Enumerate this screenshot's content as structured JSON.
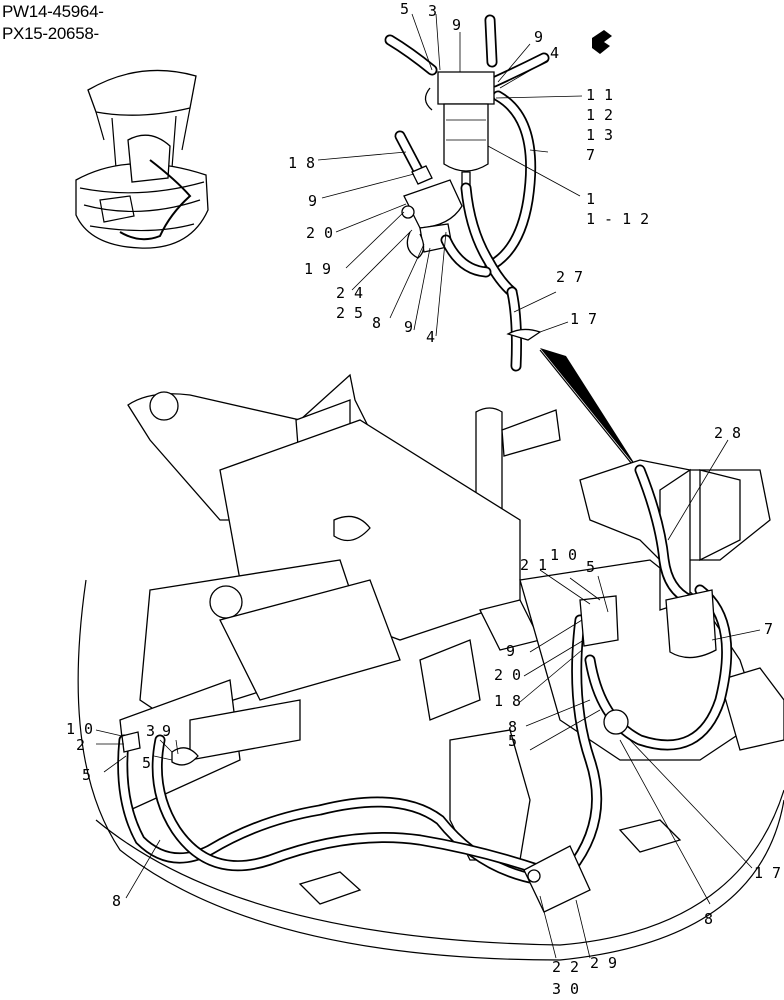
{
  "serial_ranges": [
    "PW14-45964-",
    "PX15-20658-"
  ],
  "callouts": {
    "top_5": "5",
    "top_3": "3",
    "top_9a": "9",
    "top_9b": "9",
    "top_4": "4",
    "top_11": "1 1",
    "top_12": "1 2",
    "top_13": "1 3",
    "top_7": "7",
    "top_1": "1",
    "top_1_12": "1 - 1 2",
    "top_18": "1 8",
    "top_9c": "9",
    "top_20": "2 0",
    "top_19": "1 9",
    "top_24": "2 4",
    "top_25": "2 5",
    "top_8": "8",
    "top_9d": "9",
    "top_4b": "4",
    "top_27": "2 7",
    "top_17": "1 7",
    "m_28": "2 8",
    "m_21": "2 1",
    "m_10": "1 0",
    "m_5": "5",
    "m_7": "7",
    "m_9": "9",
    "m_20": "2 0",
    "m_18": "1 8",
    "m_8": "8",
    "m_5b": "5",
    "m_17": "1 7",
    "m_8b": "8",
    "l_10": "1 0",
    "l_2": "2",
    "l_3": "3",
    "l_9": "9",
    "l_5": "5",
    "l_5b": "5",
    "l_8": "8",
    "b_22": "2 2",
    "b_30": "3 0",
    "b_29": "2 9"
  },
  "icons": {
    "pointer": "pointing-hand-icon",
    "machine": "excavator-thumbnail-icon"
  }
}
